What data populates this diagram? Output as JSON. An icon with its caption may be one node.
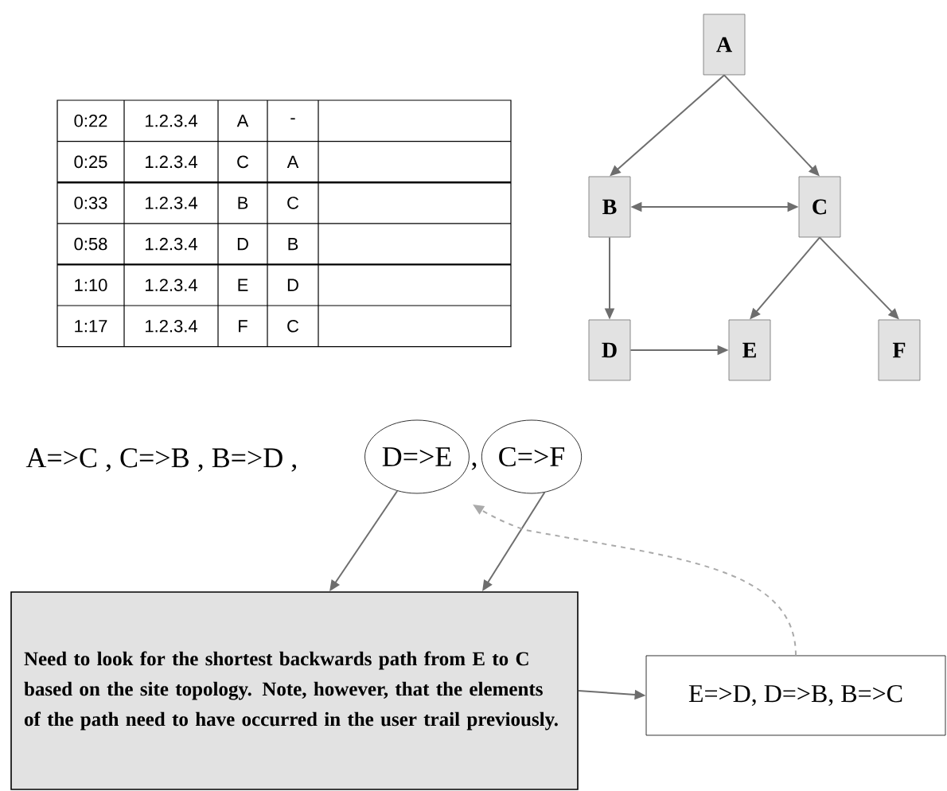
{
  "diagram": {
    "nodes": [
      {
        "text": [
          "A"
        ]
      },
      {
        "text": [
          "B"
        ]
      },
      {
        "text": [
          "C"
        ]
      },
      {
        "text": [
          "D"
        ]
      },
      {
        "text": [
          "E"
        ]
      },
      {
        "text": [
          "F"
        ]
      },
      {
        "text": [
          "D=>E"
        ]
      },
      {
        "text": [
          "C=>F"
        ]
      },
      {
        "text": [
          "Need to look for the shortest backwards path from E to C based on the site topology. Note, however, that the elements of the path need to have occurred in the user trail previously."
        ]
      },
      {
        "text": [
          "E=>D, D=>B, B=>C"
        ]
      }
    ],
    "edges": [
      {
        "from": 0,
        "to": 1,
        "arrow": "to"
      },
      {
        "from": 0,
        "to": 2,
        "arrow": "to"
      },
      {
        "from": 1,
        "to": 2,
        "arrow": "both"
      },
      {
        "from": 1,
        "to": 3,
        "arrow": "to"
      },
      {
        "from": 2,
        "to": 4,
        "arrow": "to"
      },
      {
        "from": 2,
        "to": 5,
        "arrow": "to"
      },
      {
        "from": 3,
        "to": 4,
        "arrow": "to"
      },
      {
        "from": 6,
        "to": 8,
        "arrow": "to"
      },
      {
        "from": 7,
        "to": 8,
        "arrow": "to"
      },
      {
        "from": 8,
        "to": 9,
        "arrow": "to"
      },
      {
        "from": 9,
        "to": null,
        "arrow": "to",
        "style": "dashed",
        "color": "#aaaaaa"
      }
    ],
    "labels": [
      "A=>C , C=>B , B=>D ,",
      ",",
      "0:22",
      "1.2.3.4",
      "A",
      "-",
      "0:25",
      "1.2.3.4",
      "C",
      "A",
      "0:33",
      "1.2.3.4",
      "B",
      "C",
      "0:58",
      "1.2.3.4",
      "D",
      "B",
      "1:10",
      "1.2.3.4",
      "E",
      "D",
      "1:17",
      "1.2.3.4",
      "F",
      "C"
    ]
  }
}
